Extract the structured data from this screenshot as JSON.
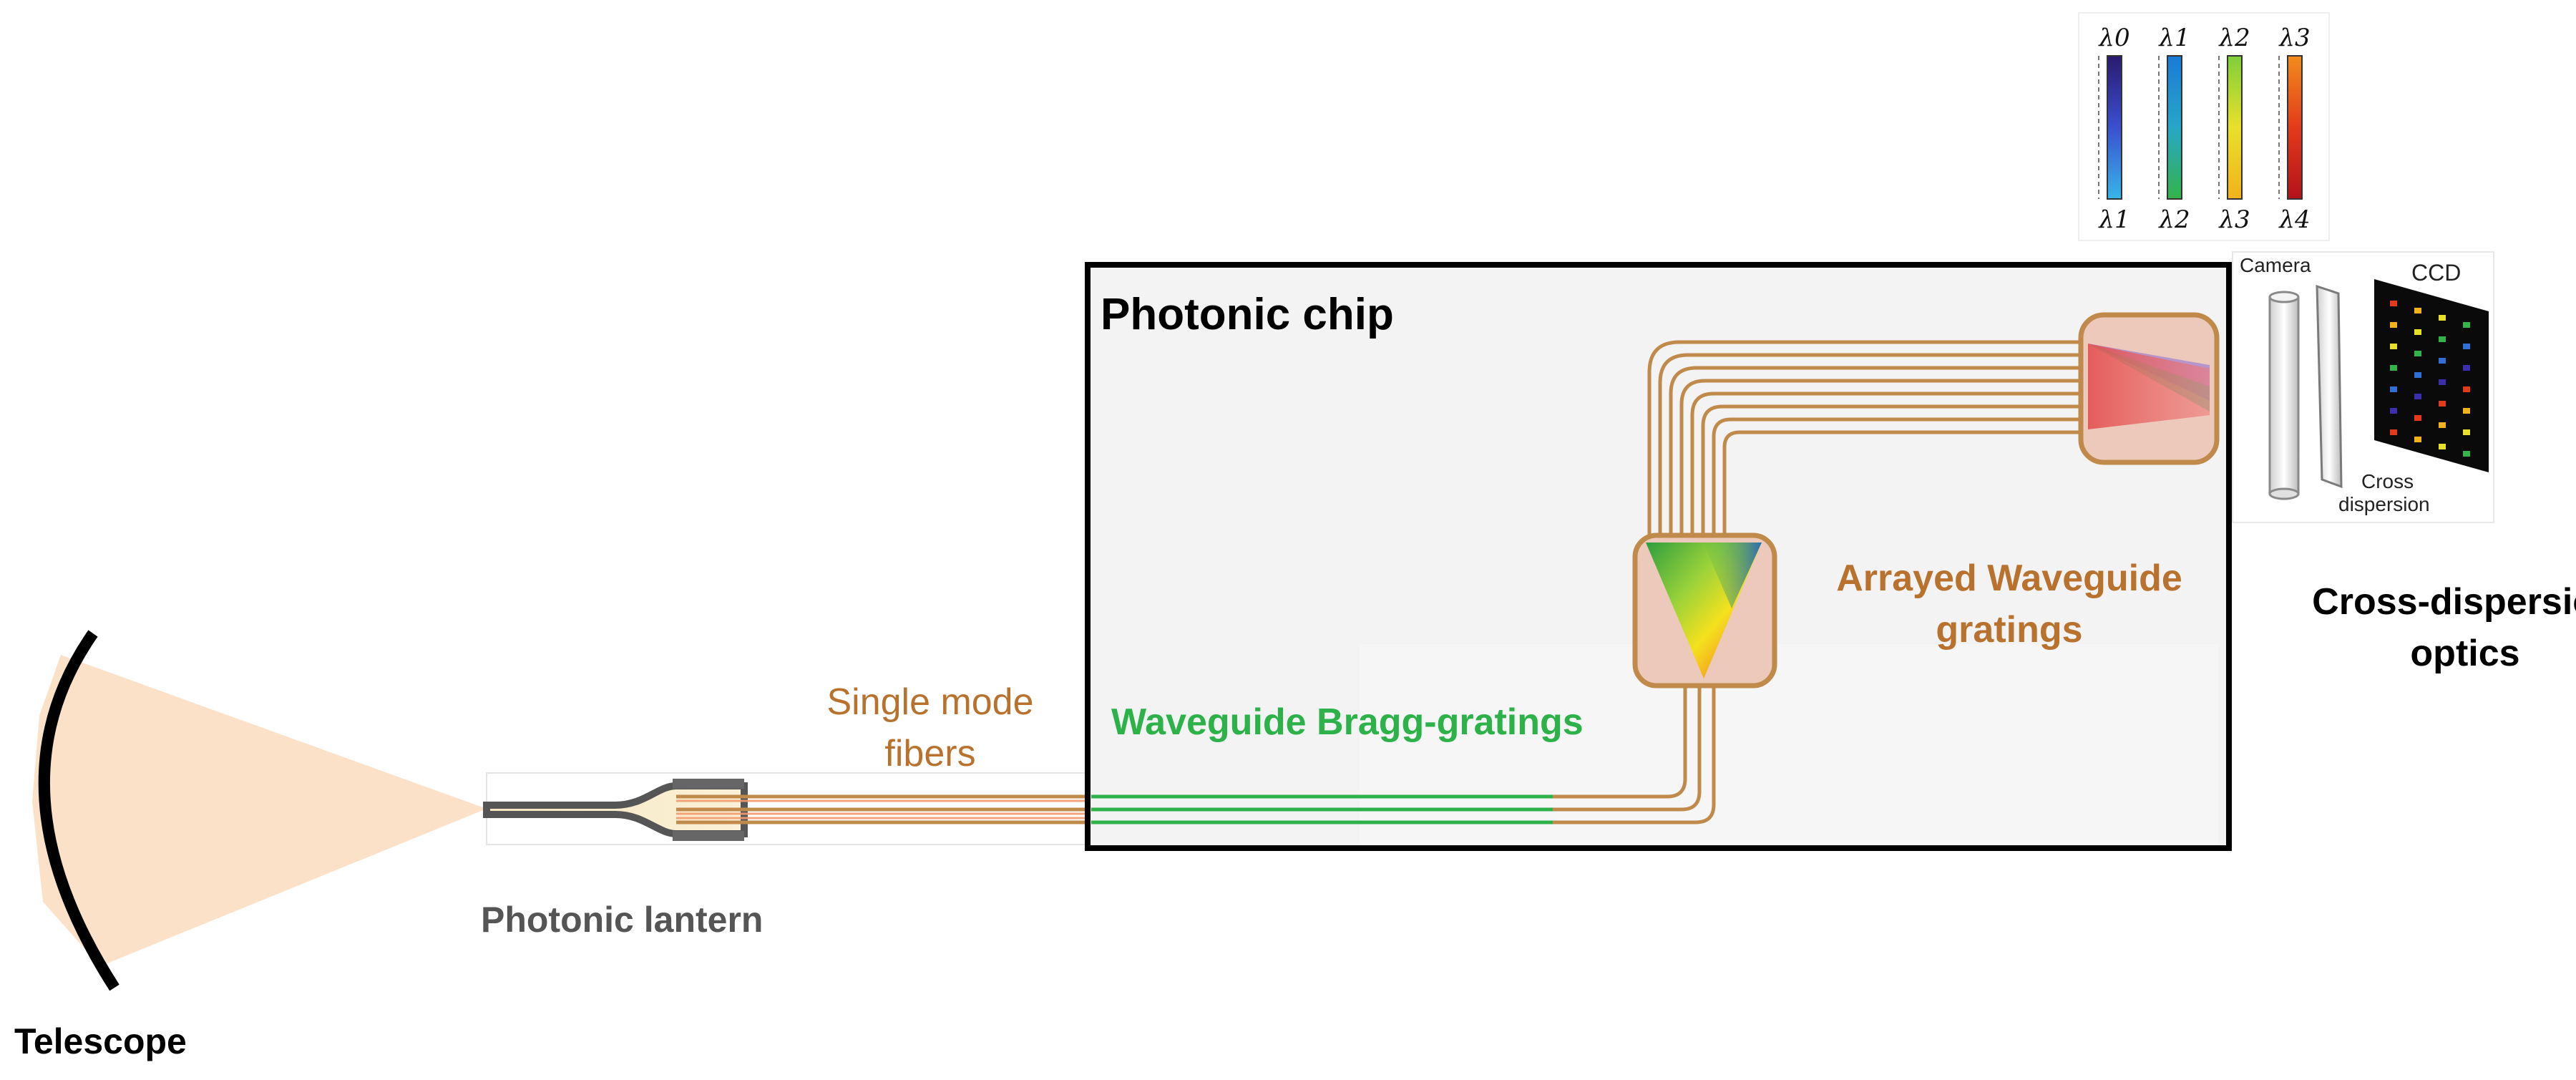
{
  "labels": {
    "telescope": "Telescope",
    "photonic_lantern": "Photonic lantern",
    "single_mode_fibers_line1": "Single mode",
    "single_mode_fibers_line2": "fibers",
    "photonic_chip": "Photonic chip",
    "waveguide_bragg": "Waveguide Bragg-gratings",
    "awg_line1": "Arrayed Waveguide",
    "awg_line2": "gratings",
    "cross_dispersion_optics_line1": "Cross-dispersion",
    "cross_dispersion_optics_line2": "optics",
    "camera": "Camera",
    "ccd": "CCD",
    "cross_line1": "Cross",
    "cross_line2": "dispersion"
  },
  "wavelength_bands": [
    {
      "top": "λ0",
      "bottom": "λ1",
      "colors": [
        "#2a1a6e",
        "#3b4fd0",
        "#38b6e8"
      ]
    },
    {
      "top": "λ1",
      "bottom": "λ2",
      "colors": [
        "#1b7ad6",
        "#27a6c8",
        "#34b34a"
      ]
    },
    {
      "top": "λ2",
      "bottom": "λ3",
      "colors": [
        "#7fcf3a",
        "#e8e02a",
        "#f2b21c"
      ]
    },
    {
      "top": "λ3",
      "bottom": "λ4",
      "colors": [
        "#f28c1c",
        "#e23b1c",
        "#b3121b"
      ]
    }
  ],
  "colors": {
    "fiber": "#c08a4a",
    "fiber_highlight": "#f39b6e",
    "bragg": "#2db24a",
    "chip_fill": "#f3f3f3",
    "component_fill": "#ecc9bb",
    "label_brown": "#b8722e",
    "label_green": "#2db24a",
    "label_gray": "#555555",
    "beam": "#fbe1c7"
  }
}
